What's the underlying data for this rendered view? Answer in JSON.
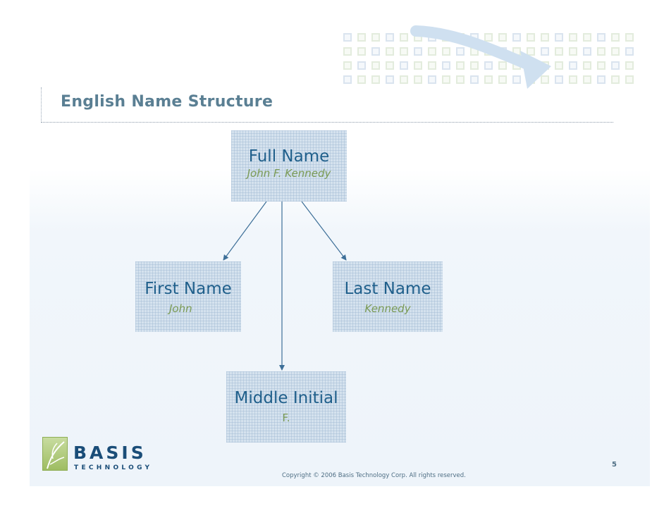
{
  "slide": {
    "title": "English Name Structure",
    "page_number": "5",
    "copyright": "Copyright © 2006 Basis Technology Corp.  All rights reserved."
  },
  "logo": {
    "brand": "BASIS",
    "tagline": "TECHNOLOGY"
  },
  "diagram": {
    "nodes": {
      "full_name": {
        "label": "Full Name",
        "example": "John F. Kennedy"
      },
      "first_name": {
        "label": "First Name",
        "example": "John"
      },
      "last_name": {
        "label": "Last Name",
        "example": "Kennedy"
      },
      "middle_initial": {
        "label": "Middle Initial",
        "example": "F."
      }
    },
    "edges": [
      {
        "from": "full_name",
        "to": "first_name"
      },
      {
        "from": "full_name",
        "to": "middle_initial"
      },
      {
        "from": "full_name",
        "to": "last_name"
      }
    ]
  },
  "colors": {
    "title": "#5a7f93",
    "node_label": "#1f5f8b",
    "node_example": "#7a9a55",
    "node_fill": "#d5e2ee",
    "edge": "#3d6f98",
    "brand": "#1a4d78"
  }
}
